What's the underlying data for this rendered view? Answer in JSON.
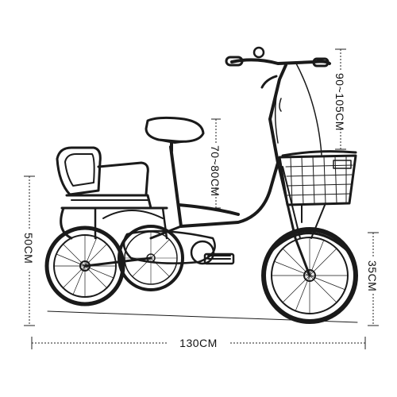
{
  "diagram": {
    "dimensions": {
      "seat_height": "70~80CM",
      "handlebar_height": "90~105CM",
      "rear_height": "50CM",
      "front_height": "35CM",
      "total_length": "130CM"
    }
  },
  "colors": {
    "line": "#1a1a1a",
    "background": "#ffffff"
  }
}
